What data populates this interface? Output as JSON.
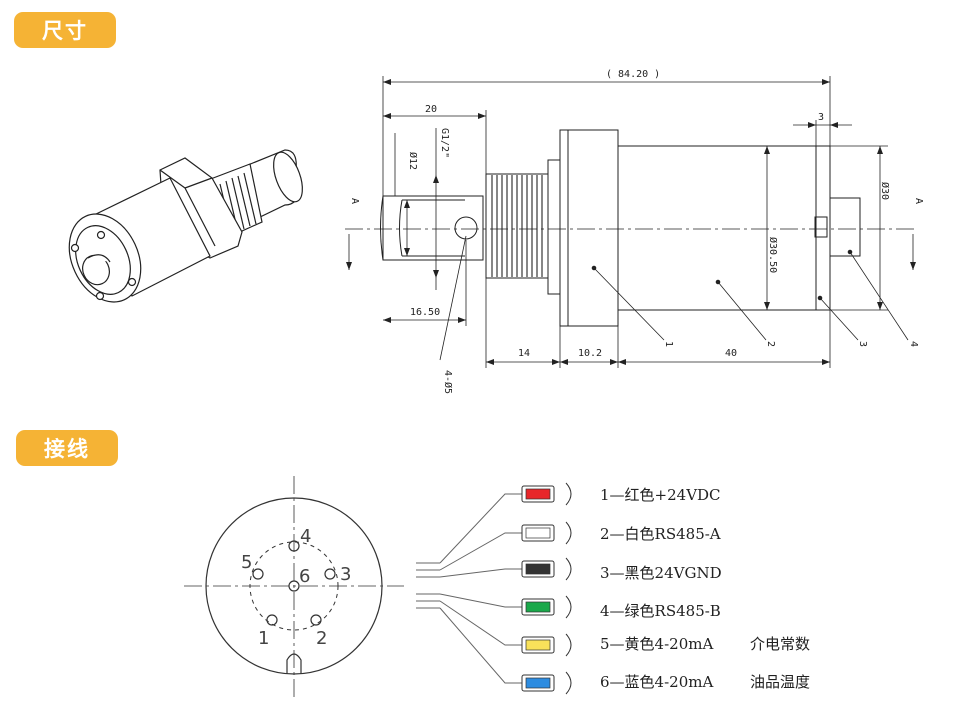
{
  "sections": {
    "dimensions_title": "尺寸",
    "wiring_title": "接线"
  },
  "drawing": {
    "overall_length": "( 84.20 )",
    "dim_20": "20",
    "dim_3": "3",
    "thread": "G1/2\"",
    "dia_12": "Ø12",
    "dia_30": "Ø30",
    "dia_30_50": "Ø30.50",
    "dim_16_50": "16.50",
    "dim_14": "14",
    "dim_10_2": "10.2",
    "dim_40": "40",
    "holes": "4-Ø5",
    "section_mark": "A",
    "part_1": "1",
    "part_2": "2",
    "part_3": "3",
    "part_4": "4"
  },
  "connector": {
    "pins": [
      "1",
      "2",
      "3",
      "4",
      "5",
      "6"
    ]
  },
  "wires": [
    {
      "label": "1—红色+24VDC",
      "color": "#e8262a",
      "note": ""
    },
    {
      "label": "2—白色RS485-A",
      "color": "#ffffff",
      "note": ""
    },
    {
      "label": "3—黑色24VGND",
      "color": "#333333",
      "note": ""
    },
    {
      "label": "4—绿色RS485-B",
      "color": "#1aa84a",
      "note": ""
    },
    {
      "label": "5—黄色4-20mA",
      "color": "#f8e15a",
      "note": "介电常数"
    },
    {
      "label": "6—蓝色4-20mA",
      "color": "#2d8ce0",
      "note": "油品温度"
    }
  ]
}
